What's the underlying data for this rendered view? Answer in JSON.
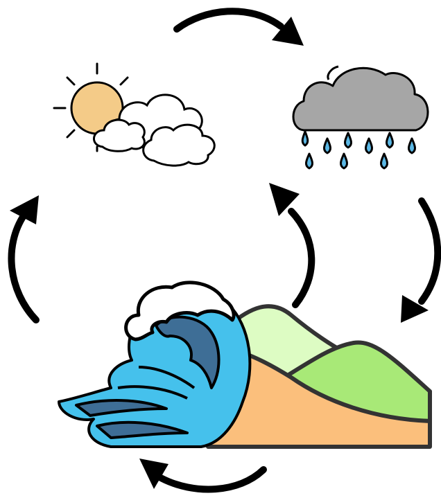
{
  "diagram": {
    "nodes": [
      {
        "id": "sun-clouds",
        "icon": "sun-behind-clouds-icon"
      },
      {
        "id": "rain-cloud",
        "icon": "rain-cloud-icon"
      },
      {
        "id": "ocean-land",
        "icon": "ocean-wave-and-hills-icon"
      }
    ],
    "edges": [
      {
        "from": "sun-clouds",
        "to": "rain-cloud"
      },
      {
        "from": "rain-cloud",
        "to": "ocean-land"
      },
      {
        "from": "ocean-land",
        "to": "ocean-land"
      },
      {
        "from": "ocean-land",
        "to": "sun-clouds"
      },
      {
        "from": "ocean-land",
        "to": "rain-cloud"
      }
    ],
    "colors": {
      "sun": "#F4CB88",
      "cloud_white": "#FFFFFF",
      "rain_cloud": "#A6A6A6",
      "raindrop": "#5BB7E4",
      "wave_light": "#45C1EC",
      "wave_dark": "#3E6E96",
      "sand": "#FBBF7C",
      "hill_light": "#DDFCC3",
      "hill_green": "#A8E977",
      "stroke": "#000000"
    }
  }
}
